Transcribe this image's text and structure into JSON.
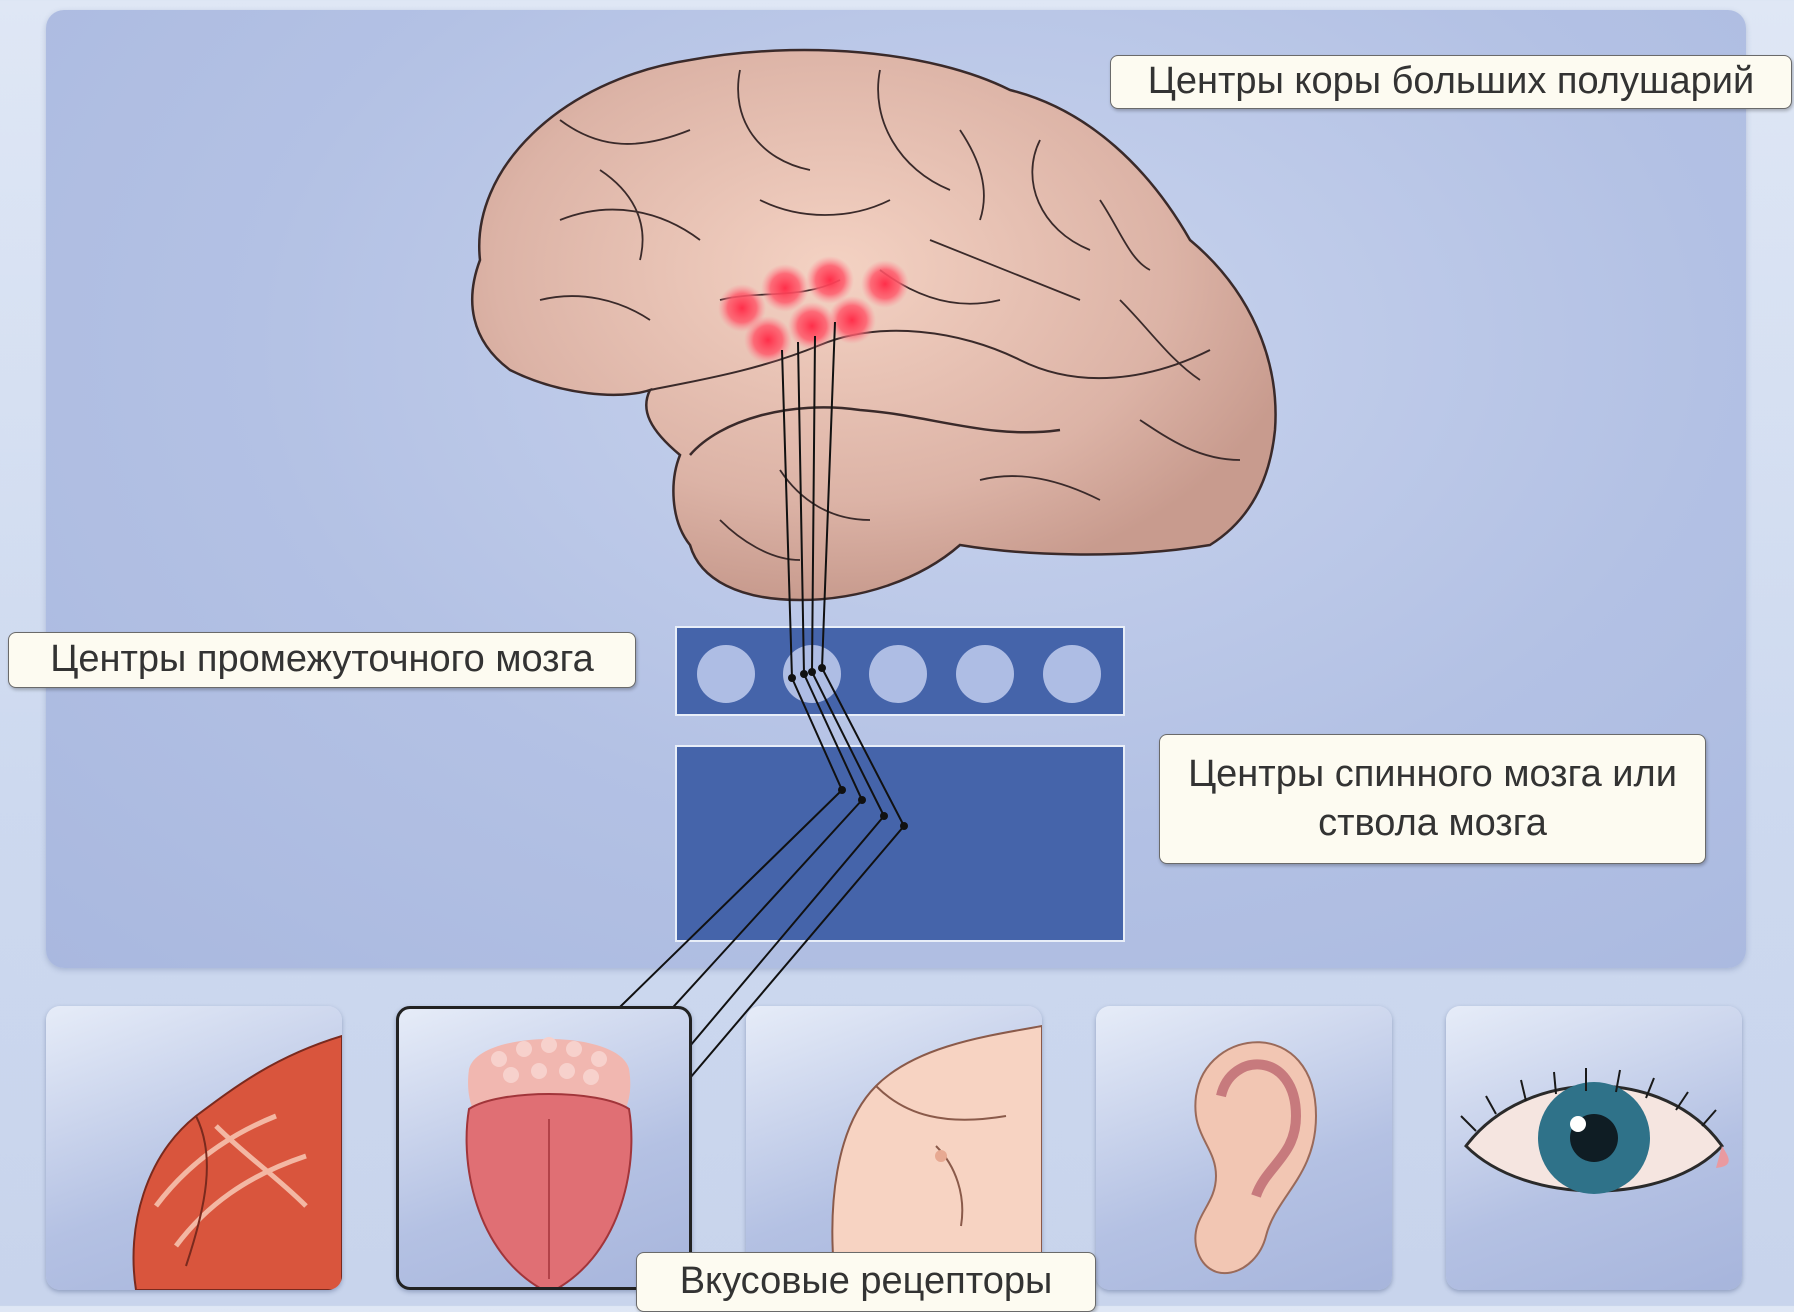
{
  "labels": {
    "cortex": "Центры коры больших полушарий",
    "diencephalon": "Центры промежуточного мозга",
    "spinal_line1": "Центры спинного мозга или",
    "spinal_line2": "ствола мозга",
    "receptors": "Вкусовые рецепторы"
  },
  "colors": {
    "block_blue": "#4564aa",
    "node_circle": "#aebde4",
    "hotspot": "#ff4a5e",
    "brain": "#dcb3a6"
  },
  "receptor_tiles": [
    {
      "icon": "muscle-icon"
    },
    {
      "icon": "tongue-icon",
      "selected": true
    },
    {
      "icon": "skin-shoulder-icon"
    },
    {
      "icon": "ear-icon"
    },
    {
      "icon": "eye-icon"
    }
  ]
}
